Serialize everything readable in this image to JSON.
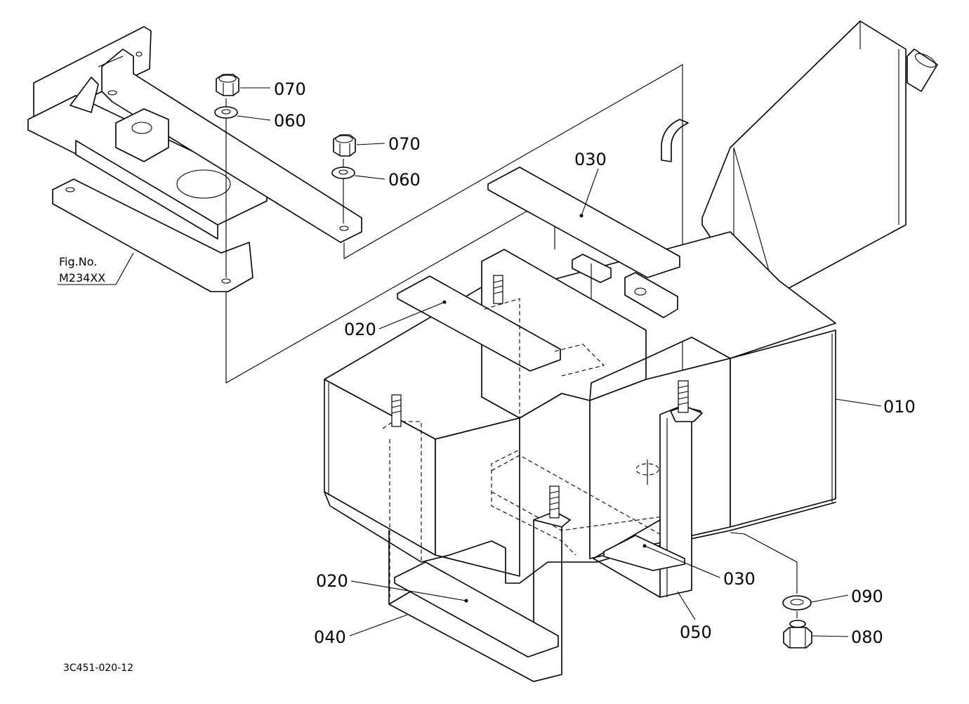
{
  "figure": {
    "fig_no_label": "Fig.No.",
    "fig_no_value": "M234XX",
    "drawing_code": "3C451-020-12"
  },
  "callouts": {
    "p010": "010",
    "p020_top": "020",
    "p020_bottom": "020",
    "p030_top": "030",
    "p030_bottom": "030",
    "p040": "040",
    "p050": "050",
    "p060_left": "060",
    "p060_right": "060",
    "p070_left": "070",
    "p070_right": "070",
    "p080": "080",
    "p090": "090"
  }
}
